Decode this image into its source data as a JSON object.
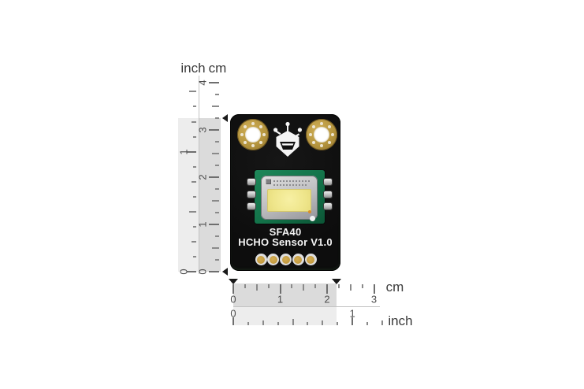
{
  "board": {
    "title_line1": "SFA40",
    "title_line2": "HCHO Sensor V1.0",
    "logo": "dfrobot-robot-head-logo"
  },
  "vertical_ruler": {
    "inch_label": "inch",
    "cm_label": "cm",
    "cm_numbers": [
      "0",
      "1",
      "2",
      "3",
      "4"
    ],
    "inch_numbers": [
      "0",
      "1"
    ]
  },
  "horizontal_ruler": {
    "cm_label": "cm",
    "inch_label": "inch",
    "cm_numbers": [
      "0",
      "1",
      "2",
      "3"
    ],
    "inch_numbers": [
      "0",
      "1"
    ]
  },
  "measurement": {
    "board_height_cm_marked": 3.25,
    "board_width_cm_marked": 2.2
  },
  "colors": {
    "background": "#ffffff",
    "board_black": "#0d0d0d",
    "gold": "#b5953f",
    "pcb_green": "#137249",
    "sensor_membrane_yellow": "#efe68c",
    "lid_silver": "#bcbcbe",
    "ruler_highlight_dark": "#dbdbdb",
    "ruler_highlight_light": "#ededed",
    "tick_gray": "#8a8a8a",
    "marker_black": "#1a1a1a",
    "silkscreen_white": "#f4f4f4"
  }
}
